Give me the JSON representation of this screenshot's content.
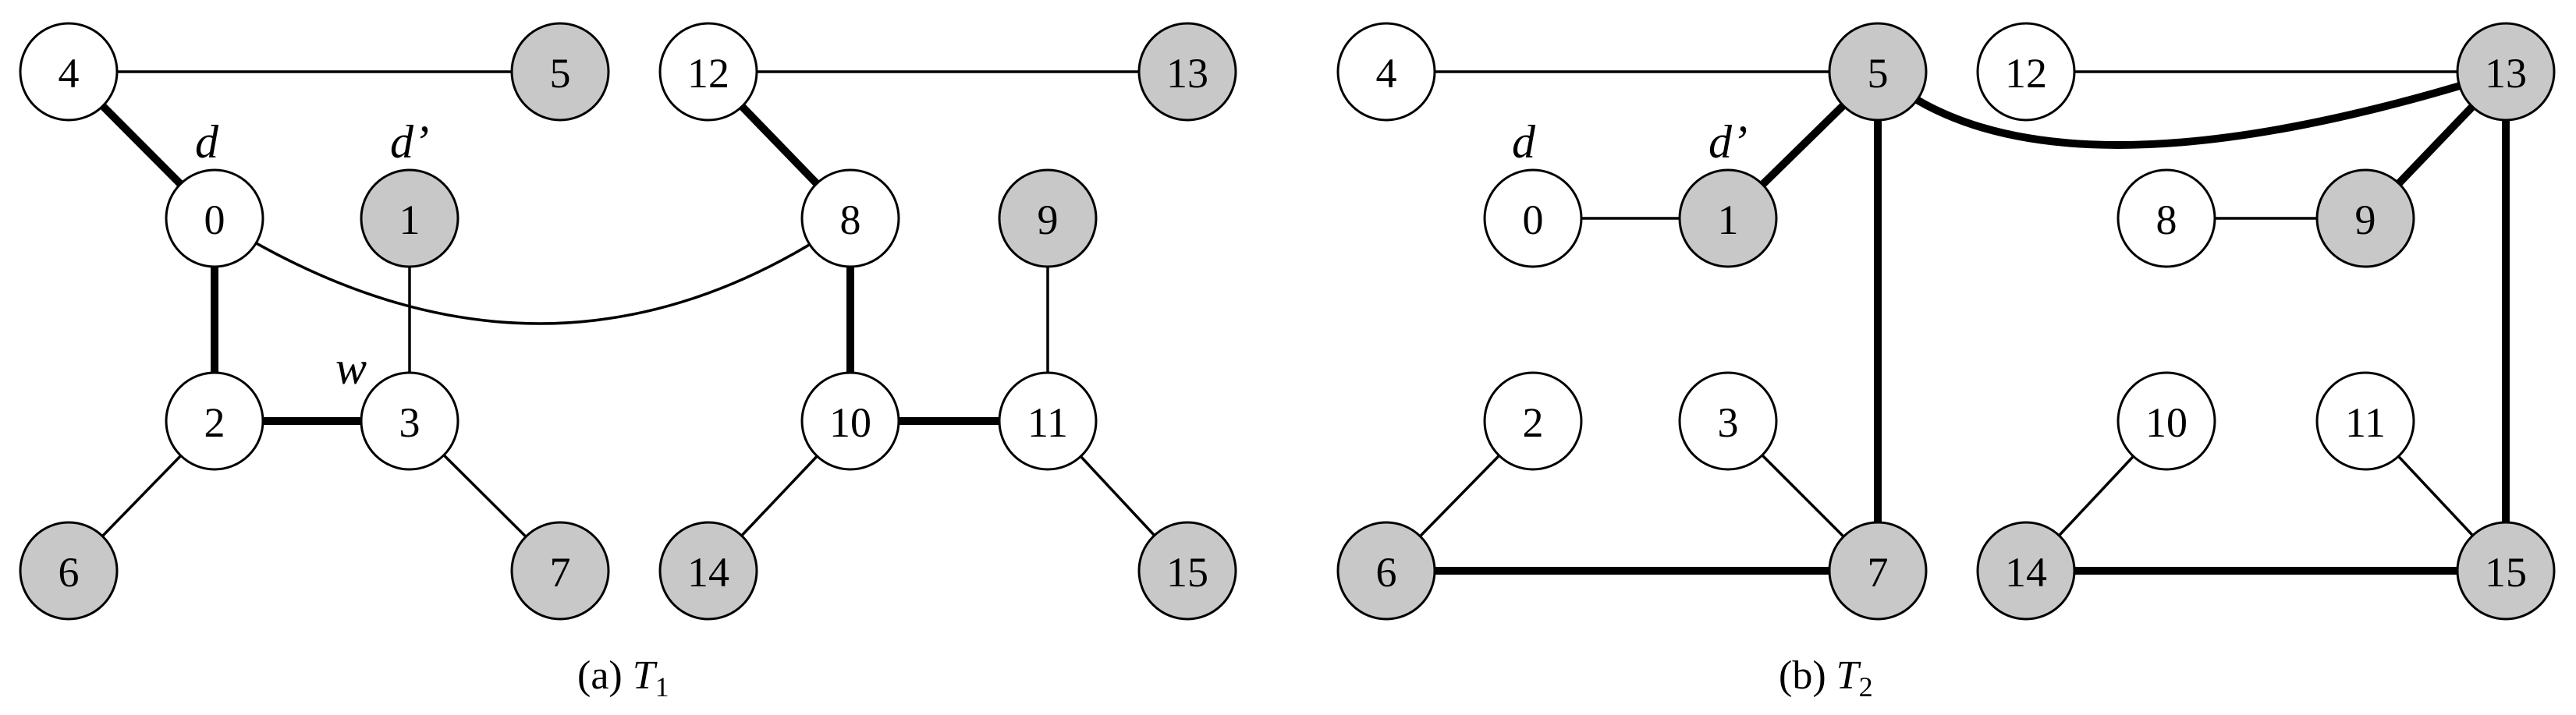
{
  "colors": {
    "white": "#ffffff",
    "gray": "#c8c8c8",
    "stroke": "#000000"
  },
  "panels": [
    {
      "id": "t1",
      "caption_prefix": "(a) ",
      "caption_var": "T",
      "caption_sub": "1",
      "annotations": [
        {
          "id": "d",
          "text": "d"
        },
        {
          "id": "dprime",
          "text": "d’"
        },
        {
          "id": "w",
          "text": "w"
        }
      ],
      "nodes": [
        {
          "label": "0",
          "fill": "white"
        },
        {
          "label": "1",
          "fill": "gray"
        },
        {
          "label": "2",
          "fill": "white"
        },
        {
          "label": "3",
          "fill": "white"
        },
        {
          "label": "4",
          "fill": "white"
        },
        {
          "label": "5",
          "fill": "gray"
        },
        {
          "label": "6",
          "fill": "gray"
        },
        {
          "label": "7",
          "fill": "gray"
        },
        {
          "label": "8",
          "fill": "white"
        },
        {
          "label": "9",
          "fill": "gray"
        },
        {
          "label": "10",
          "fill": "white"
        },
        {
          "label": "11",
          "fill": "white"
        },
        {
          "label": "12",
          "fill": "white"
        },
        {
          "label": "13",
          "fill": "gray"
        },
        {
          "label": "14",
          "fill": "gray"
        },
        {
          "label": "15",
          "fill": "gray"
        }
      ],
      "edges": [
        {
          "from": "4",
          "to": "5",
          "weight": "thin"
        },
        {
          "from": "12",
          "to": "13",
          "weight": "thin"
        },
        {
          "from": "4",
          "to": "0",
          "weight": "thick"
        },
        {
          "from": "12",
          "to": "8",
          "weight": "thick"
        },
        {
          "from": "0",
          "to": "8",
          "weight": "thin",
          "curved": true
        },
        {
          "from": "0",
          "to": "2",
          "weight": "thick"
        },
        {
          "from": "1",
          "to": "3",
          "weight": "thin"
        },
        {
          "from": "2",
          "to": "3",
          "weight": "thick"
        },
        {
          "from": "8",
          "to": "10",
          "weight": "thick"
        },
        {
          "from": "9",
          "to": "11",
          "weight": "thin"
        },
        {
          "from": "10",
          "to": "11",
          "weight": "thick"
        },
        {
          "from": "2",
          "to": "6",
          "weight": "thin"
        },
        {
          "from": "3",
          "to": "7",
          "weight": "thin"
        },
        {
          "from": "10",
          "to": "14",
          "weight": "thin"
        },
        {
          "from": "11",
          "to": "15",
          "weight": "thin"
        }
      ]
    },
    {
      "id": "t2",
      "caption_prefix": "(b) ",
      "caption_var": "T",
      "caption_sub": "2",
      "annotations": [
        {
          "id": "d",
          "text": "d"
        },
        {
          "id": "dprime",
          "text": "d’"
        }
      ],
      "nodes": [
        {
          "label": "0",
          "fill": "white"
        },
        {
          "label": "1",
          "fill": "gray"
        },
        {
          "label": "2",
          "fill": "white"
        },
        {
          "label": "3",
          "fill": "white"
        },
        {
          "label": "4",
          "fill": "white"
        },
        {
          "label": "5",
          "fill": "gray"
        },
        {
          "label": "6",
          "fill": "gray"
        },
        {
          "label": "7",
          "fill": "gray"
        },
        {
          "label": "8",
          "fill": "white"
        },
        {
          "label": "9",
          "fill": "gray"
        },
        {
          "label": "10",
          "fill": "white"
        },
        {
          "label": "11",
          "fill": "white"
        },
        {
          "label": "12",
          "fill": "white"
        },
        {
          "label": "13",
          "fill": "gray"
        },
        {
          "label": "14",
          "fill": "gray"
        },
        {
          "label": "15",
          "fill": "gray"
        }
      ],
      "edges": [
        {
          "from": "4",
          "to": "5",
          "weight": "thin"
        },
        {
          "from": "12",
          "to": "13",
          "weight": "thin"
        },
        {
          "from": "5",
          "to": "13",
          "weight": "thick",
          "curved": true
        },
        {
          "from": "0",
          "to": "1",
          "weight": "thin"
        },
        {
          "from": "1",
          "to": "5",
          "weight": "thick"
        },
        {
          "from": "8",
          "to": "9",
          "weight": "thin"
        },
        {
          "from": "9",
          "to": "13",
          "weight": "thick"
        },
        {
          "from": "5",
          "to": "7",
          "weight": "thick"
        },
        {
          "from": "13",
          "to": "15",
          "weight": "thick"
        },
        {
          "from": "2",
          "to": "6",
          "weight": "thin"
        },
        {
          "from": "3",
          "to": "7",
          "weight": "thin"
        },
        {
          "from": "10",
          "to": "14",
          "weight": "thin"
        },
        {
          "from": "11",
          "to": "15",
          "weight": "thin"
        },
        {
          "from": "6",
          "to": "7",
          "weight": "thick"
        },
        {
          "from": "14",
          "to": "15",
          "weight": "thick"
        }
      ]
    }
  ]
}
